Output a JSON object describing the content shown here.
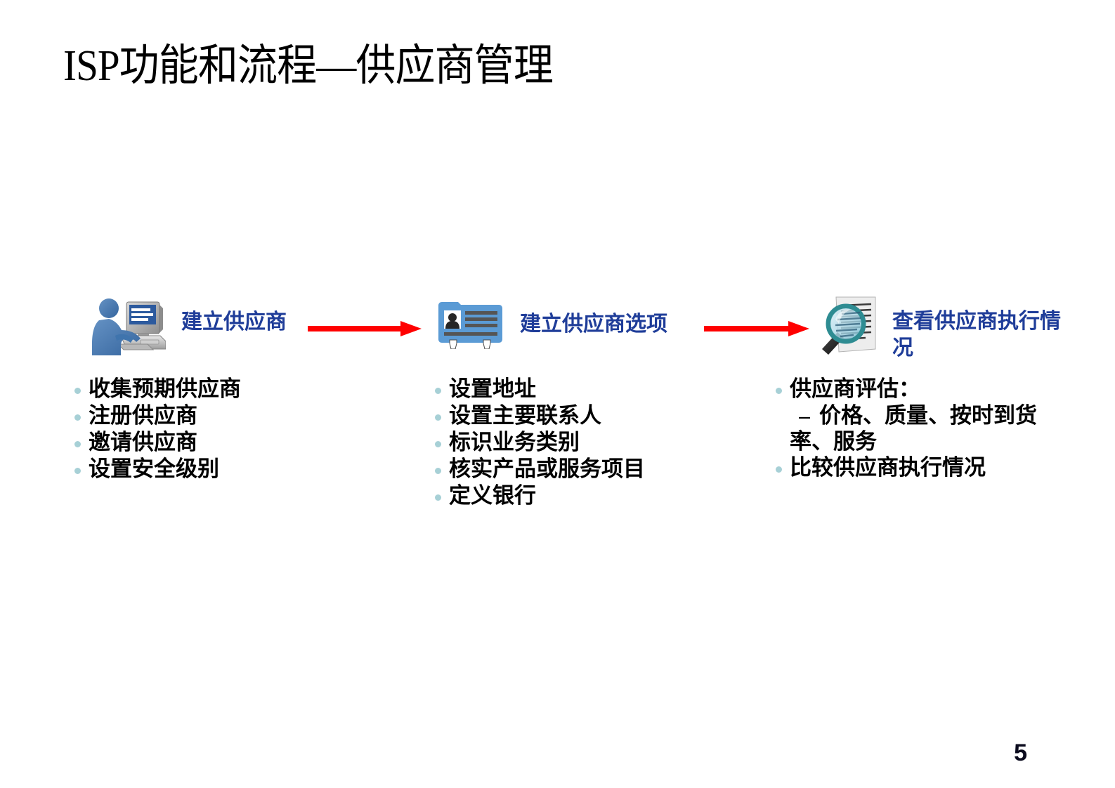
{
  "slide": {
    "title": "ISP功能和流程—供应商管理",
    "page_number": "5",
    "background_color": "#ffffff"
  },
  "colors": {
    "label_blue": "#1f3d99",
    "arrow_red": "#ff0000",
    "bullet_dot": "#a7d0d6",
    "text_black": "#000000",
    "badge_blue": "#5b9bd5",
    "person_blue": "#4a7cb5",
    "monitor_screen_blue": "#2c5a9e",
    "magnifier_rim_teal": "#2e8c92"
  },
  "flow": {
    "steps": [
      {
        "id": "create-supplier",
        "icon": "person-at-computer-icon",
        "label": "建立供应商"
      },
      {
        "id": "create-supplier-options",
        "icon": "id-badge-icon",
        "label": "建立供应商选项"
      },
      {
        "id": "view-supplier-performance",
        "icon": "magnifier-document-icon",
        "label": "查看供应商执行情况"
      }
    ],
    "arrows": [
      {
        "id": "arrow-step1-to-step2",
        "icon": "right-arrow-icon"
      },
      {
        "id": "arrow-step2-to-step3",
        "icon": "right-arrow-icon"
      }
    ]
  },
  "columns": [
    {
      "id": "column-create-supplier",
      "items": [
        {
          "text": "收集预期供应商",
          "level": 1
        },
        {
          "text": "注册供应商",
          "level": 1
        },
        {
          "text": "邀请供应商",
          "level": 1
        },
        {
          "text": "设置安全级别",
          "level": 1
        }
      ]
    },
    {
      "id": "column-supplier-options",
      "items": [
        {
          "text": "设置地址",
          "level": 1
        },
        {
          "text": "设置主要联系人",
          "level": 1
        },
        {
          "text": "标识业务类别",
          "level": 1
        },
        {
          "text": "核实产品或服务项目",
          "level": 1
        },
        {
          "text": "定义银行",
          "level": 1
        }
      ]
    },
    {
      "id": "column-supplier-performance",
      "items": [
        {
          "text": "供应商评估：",
          "level": 1
        },
        {
          "dash": "–",
          "text": "价格、质量、按时到货率、服务",
          "level": 2
        },
        {
          "text": "比较供应商执行情况",
          "level": 1
        }
      ]
    }
  ]
}
